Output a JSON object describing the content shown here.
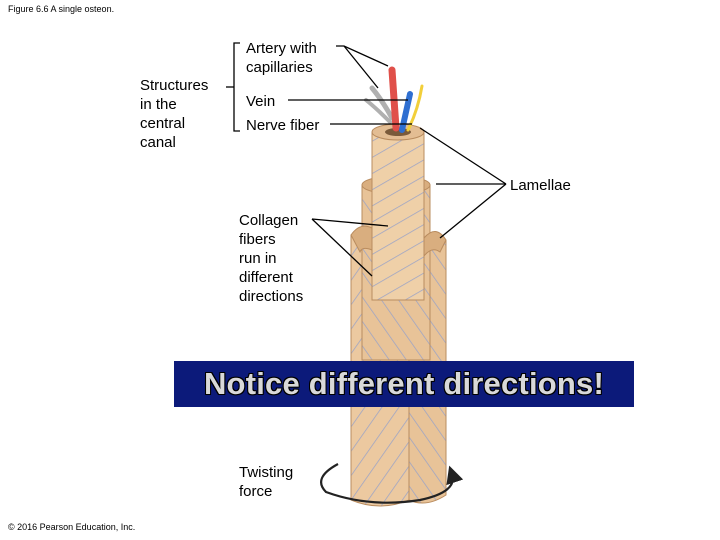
{
  "caption": "Figure 6.6 A single osteon.",
  "copyright": "© 2016 Pearson Education, Inc.",
  "labels": {
    "structures": "Structures\nin the\ncentral\ncanal",
    "artery": "Artery with\ncapillaries",
    "vein": "Vein",
    "nerve": "Nerve fiber",
    "lamellae": "Lamellae",
    "collagen": "Collagen\nfibers\nrun in\ndifferent\ndirections",
    "twisting": "Twisting\nforce"
  },
  "banner": "Notice different directions!",
  "colors": {
    "bone": "#ecc9a0",
    "bone_dark": "#d9ae7f",
    "fiber_stripe": "#9aa3c7",
    "artery": "#e0504a",
    "vein": "#2f6fd1",
    "nerve": "#f2cf3a",
    "capillary": "#b0b0b0",
    "banner_bg": "#0c1a7a"
  }
}
